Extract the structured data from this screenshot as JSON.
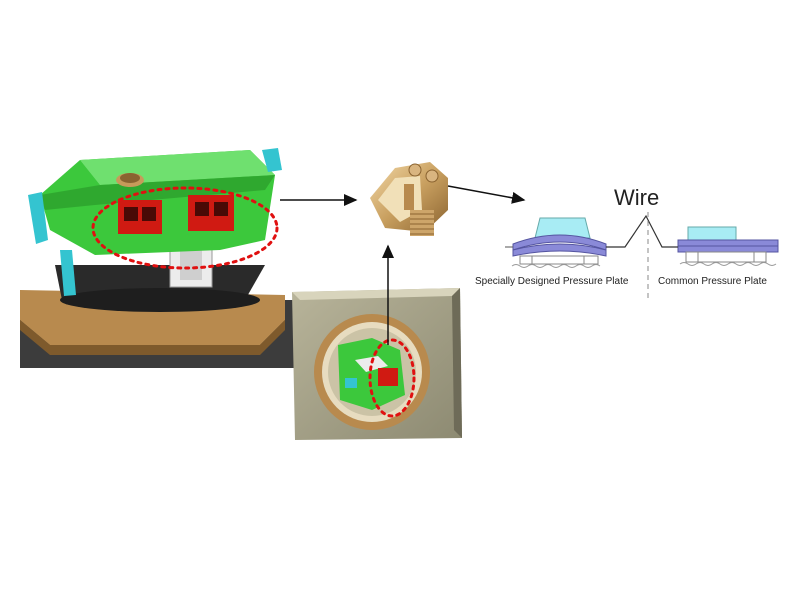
{
  "labels": {
    "wire": "Wire",
    "special_plate": "Specially Designed Pressure Plate",
    "common_plate": "Common Pressure Plate"
  },
  "colors": {
    "body_green": "#3cc83c",
    "terminal_red": "#d01a12",
    "base_tan": "#b88a4e",
    "highlight_dotted": "#e01010",
    "plate_blue": "#8a8ad8",
    "plate_cyan": "#a8ecf4"
  },
  "icons": {
    "socket_module": "socket-module-illustration",
    "terminal_clamp": "terminal-clamp-illustration",
    "installed_socket": "installed-socket-illustration",
    "pressure_plates": "pressure-plate-cross-section"
  }
}
